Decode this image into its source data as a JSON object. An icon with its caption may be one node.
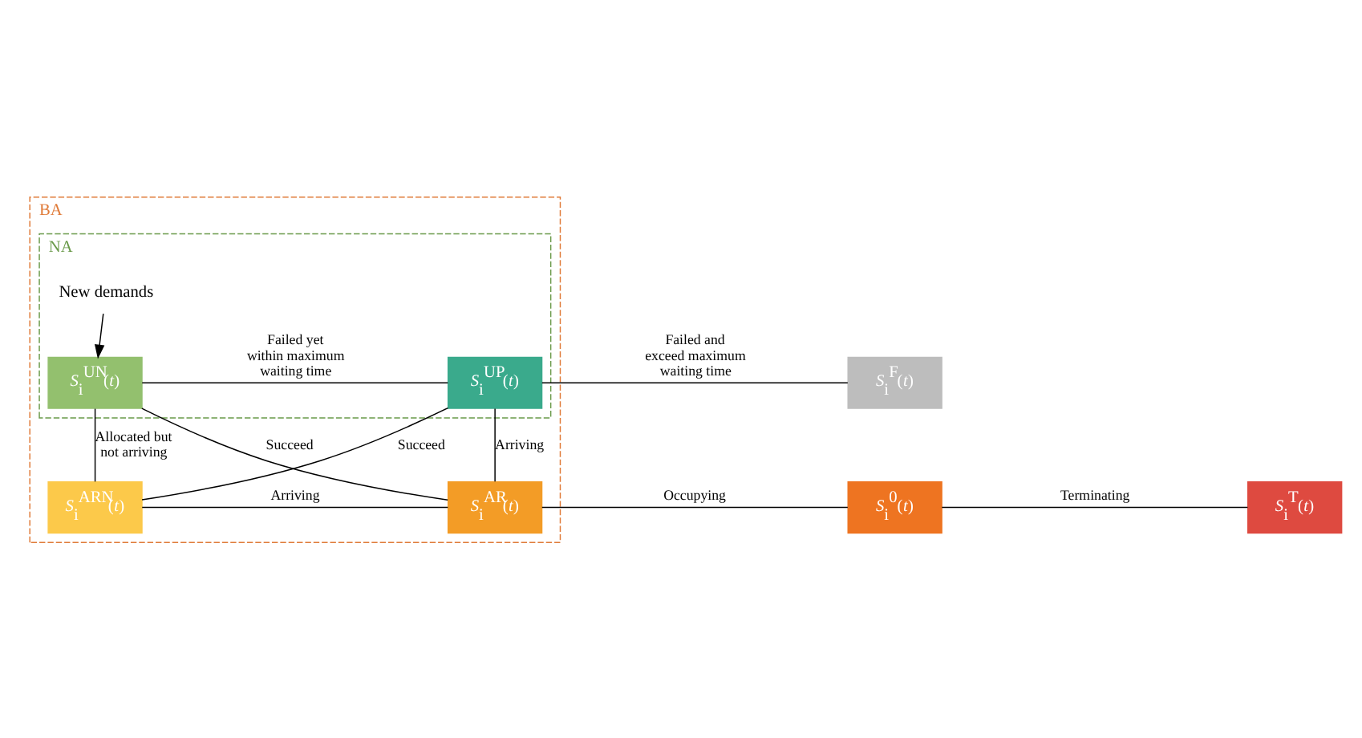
{
  "diagram": {
    "nodes": [
      {
        "text": [
          "BA"
        ]
      },
      {
        "text": [
          "NA"
        ],
        "in": 0
      },
      {
        "text": [
          "New demands"
        ],
        "in": 1
      },
      {
        "text": [
          "*S*$_{i}$$^{UN}$(*t*)"
        ],
        "in": 1
      },
      {
        "text": [
          "*S*$_{i}$$^{UP}$(*t*)"
        ],
        "in": 1
      },
      {
        "text": [
          "*S*$_{i}$$^{F}$(*t*)"
        ]
      },
      {
        "text": [
          "*S*$_{i}$$^{ARN}$(*t*)"
        ],
        "in": 0
      },
      {
        "text": [
          "*S*$_{i}$$^{AR}$(*t*)"
        ],
        "in": 0
      },
      {
        "text": [
          "*S*$_{i}$$^{0}$(*t*)"
        ]
      },
      {
        "text": [
          "*S*$_{i}$$^{T}$(*t*)"
        ]
      }
    ],
    "edges": [
      {
        "from": 2,
        "to": 3,
        "arrow": "to"
      },
      {
        "from": 3,
        "to": 4,
        "arrow": "none",
        "label": "Failed yet within maximum waiting time"
      },
      {
        "from": 4,
        "to": 5,
        "arrow": "none",
        "label": "Failed and exceed maximum waiting time"
      },
      {
        "from": 3,
        "to": 6,
        "arrow": "none",
        "label": "Allocated but not arriving"
      },
      {
        "from": 3,
        "to": 7,
        "arrow": "none",
        "label": "Succeed"
      },
      {
        "from": 4,
        "to": 6,
        "arrow": "none",
        "label": "Succeed"
      },
      {
        "from": 4,
        "to": 7,
        "arrow": "none",
        "label": "Arriving"
      },
      {
        "from": 6,
        "to": 7,
        "arrow": "none",
        "label": "Arriving"
      },
      {
        "from": 7,
        "to": 8,
        "arrow": "none",
        "label": "Occupying"
      },
      {
        "from": 8,
        "to": 9,
        "arrow": "none",
        "label": "Terminating"
      }
    ]
  }
}
